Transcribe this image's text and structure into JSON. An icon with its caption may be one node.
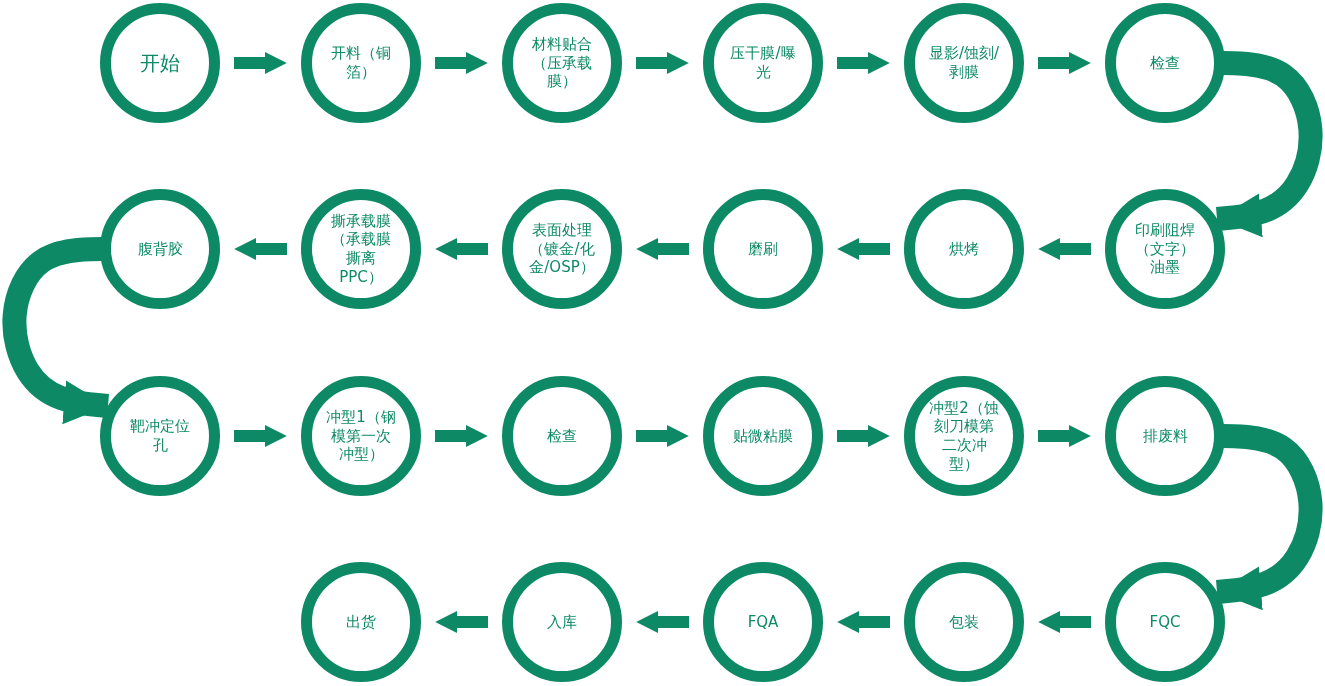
{
  "diagram": {
    "nodes": [
      {
        "text": [
          "开始"
        ]
      },
      {
        "text": [
          "开料（铜箔）"
        ]
      },
      {
        "text": [
          "材料贴合（压承载膜）"
        ]
      },
      {
        "text": [
          "压干膜/曝光"
        ]
      },
      {
        "text": [
          "显影/蚀刻/剥膜"
        ]
      },
      {
        "text": [
          "检查"
        ]
      },
      {
        "text": [
          "印刷阻焊（文字）油墨"
        ]
      },
      {
        "text": [
          "烘烤"
        ]
      },
      {
        "text": [
          "磨刷"
        ]
      },
      {
        "text": [
          "表面处理（镀金/化金/OSP）"
        ]
      },
      {
        "text": [
          "撕承载膜（承载膜撕离PPC）"
        ]
      },
      {
        "text": [
          "腹背胶"
        ]
      },
      {
        "text": [
          "靶冲定位孔"
        ]
      },
      {
        "text": [
          "冲型1（钢模第一次冲型）"
        ]
      },
      {
        "text": [
          "检查"
        ]
      },
      {
        "text": [
          "贴微粘膜"
        ]
      },
      {
        "text": [
          "冲型2（蚀刻刀模第二次冲型）"
        ]
      },
      {
        "text": [
          "排废料"
        ]
      },
      {
        "text": [
          "FQC"
        ]
      },
      {
        "text": [
          "包装"
        ]
      },
      {
        "text": [
          "FQA"
        ]
      },
      {
        "text": [
          "入库"
        ]
      },
      {
        "text": [
          "出货"
        ]
      }
    ],
    "edges": [
      {
        "from": 0,
        "to": 1,
        "arrow": "to"
      },
      {
        "from": 1,
        "to": 2,
        "arrow": "to"
      },
      {
        "from": 2,
        "to": 3,
        "arrow": "to"
      },
      {
        "from": 3,
        "to": 4,
        "arrow": "to"
      },
      {
        "from": 4,
        "to": 5,
        "arrow": "to"
      },
      {
        "from": 5,
        "to": 6,
        "arrow": "to",
        "style": "thick"
      },
      {
        "from": 6,
        "to": 7,
        "arrow": "to"
      },
      {
        "from": 7,
        "to": 8,
        "arrow": "to"
      },
      {
        "from": 8,
        "to": 9,
        "arrow": "to"
      },
      {
        "from": 9,
        "to": 10,
        "arrow": "to"
      },
      {
        "from": 10,
        "to": 11,
        "arrow": "to"
      },
      {
        "from": 11,
        "to": 12,
        "arrow": "to",
        "style": "thick"
      },
      {
        "from": 12,
        "to": 13,
        "arrow": "to"
      },
      {
        "from": 13,
        "to": 14,
        "arrow": "to"
      },
      {
        "from": 14,
        "to": 15,
        "arrow": "to"
      },
      {
        "from": 15,
        "to": 16,
        "arrow": "to"
      },
      {
        "from": 16,
        "to": 17,
        "arrow": "to"
      },
      {
        "from": 17,
        "to": 18,
        "arrow": "to",
        "style": "thick"
      },
      {
        "from": 18,
        "to": 19,
        "arrow": "to"
      },
      {
        "from": 19,
        "to": 20,
        "arrow": "to"
      },
      {
        "from": 20,
        "to": 21,
        "arrow": "to"
      },
      {
        "from": 21,
        "to": 22,
        "arrow": "to"
      }
    ]
  }
}
